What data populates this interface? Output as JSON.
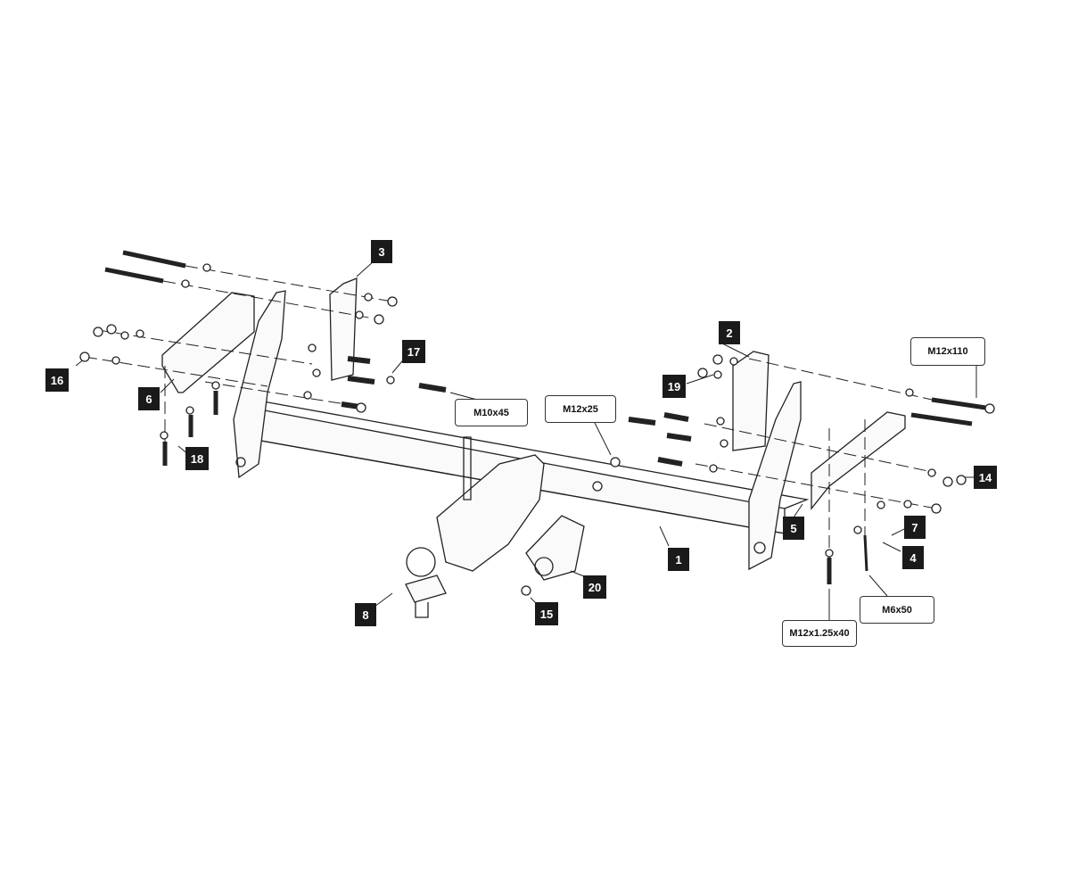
{
  "diagram": {
    "parts": [
      {
        "id": "p1",
        "label": "1"
      },
      {
        "id": "p2",
        "label": "2"
      },
      {
        "id": "p3",
        "label": "3"
      },
      {
        "id": "p4",
        "label": "4"
      },
      {
        "id": "p5",
        "label": "5"
      },
      {
        "id": "p6",
        "label": "6"
      },
      {
        "id": "p7",
        "label": "7"
      },
      {
        "id": "p8",
        "label": "8"
      },
      {
        "id": "p14",
        "label": "14"
      },
      {
        "id": "p15",
        "label": "15"
      },
      {
        "id": "p16",
        "label": "16"
      },
      {
        "id": "p17",
        "label": "17"
      },
      {
        "id": "p18",
        "label": "18"
      },
      {
        "id": "p19",
        "label": "19"
      },
      {
        "id": "p20",
        "label": "20"
      }
    ],
    "specs": [
      {
        "id": "s1",
        "text": "M10x45"
      },
      {
        "id": "s2",
        "text": "M12x25"
      },
      {
        "id": "s3",
        "text": "M12x110"
      },
      {
        "id": "s4",
        "text": "M6x50"
      },
      {
        "id": "s5",
        "text": "M12x1.25x40"
      }
    ]
  }
}
